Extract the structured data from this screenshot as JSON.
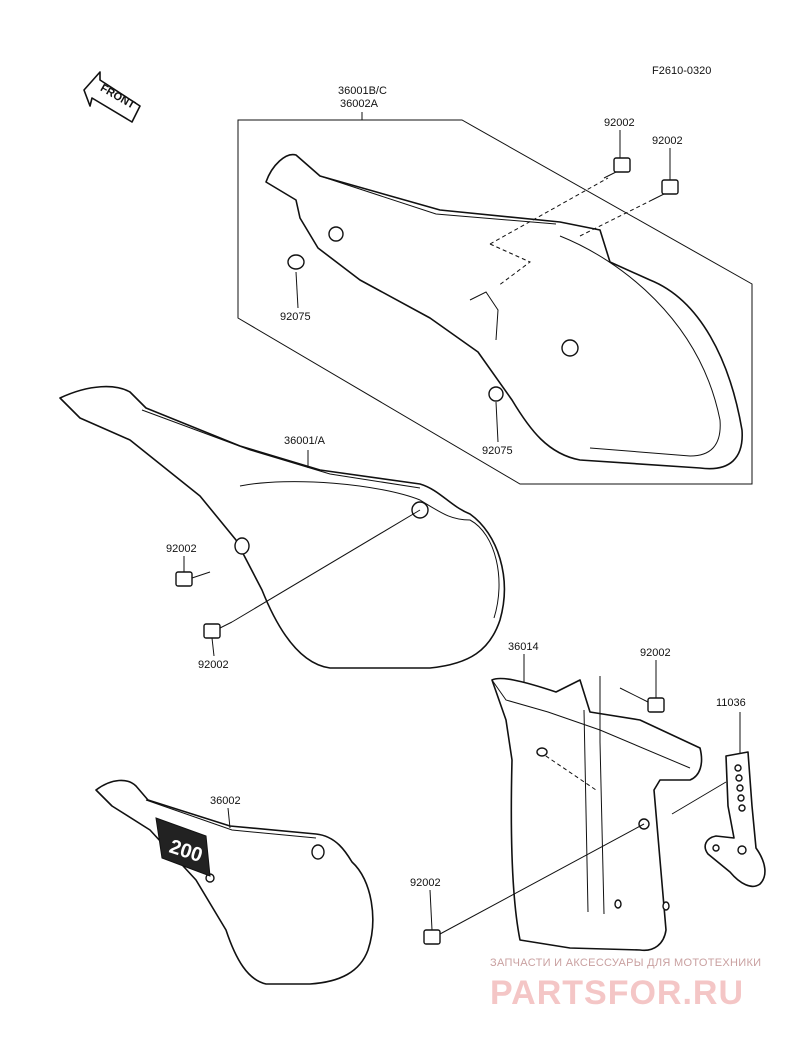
{
  "diagram": {
    "figure_code": "F2610-0320",
    "front_arrow": "FRONT",
    "labels": {
      "p36001bc": "36001B/C",
      "p36002a": "36002A",
      "p92002_a": "92002",
      "p92002_b": "92002",
      "p92075_a": "92075",
      "p92075_b": "92075",
      "p36001a": "36001/A",
      "p92002_c": "92002",
      "p92002_d": "92002",
      "p36014": "36014",
      "p92002_e": "92002",
      "p11036": "11036",
      "p36002": "36002",
      "p92002_f": "92002"
    },
    "cover_number": "200"
  },
  "watermark": {
    "line1": "ЗАПЧАСТИ И АКСЕССУАРЫ ДЛЯ МОТОТЕХНИКИ",
    "line2": "PARTSFOR.RU"
  }
}
